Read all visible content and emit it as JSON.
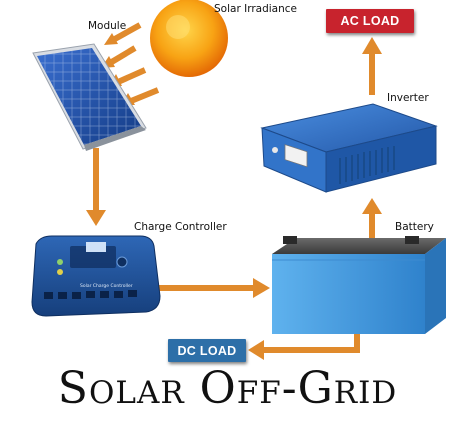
{
  "labels": {
    "module": "Module",
    "solar_irradiance": "Solar Irradiance",
    "inverter": "Inverter",
    "charge_controller": "Charge Controller",
    "battery": "Battery",
    "ac_load": "AC LOAD",
    "dc_load": "DC LOAD",
    "controller_caption": "Solar Charge Controller"
  },
  "title": "Solar Off-Grid",
  "colors": {
    "arrow": "#e08a2c",
    "sun": "#f59a0f",
    "panel": "#1f4ea3",
    "inverter": "#2f6cc4",
    "controller": "#1f4f95",
    "battery": "#4f9fe0",
    "ac_load": "#c8232d",
    "dc_load": "#2d6fa8"
  },
  "icons": [
    "sun-icon",
    "solar-panel-icon",
    "charge-controller-icon",
    "battery-icon",
    "inverter-icon"
  ]
}
